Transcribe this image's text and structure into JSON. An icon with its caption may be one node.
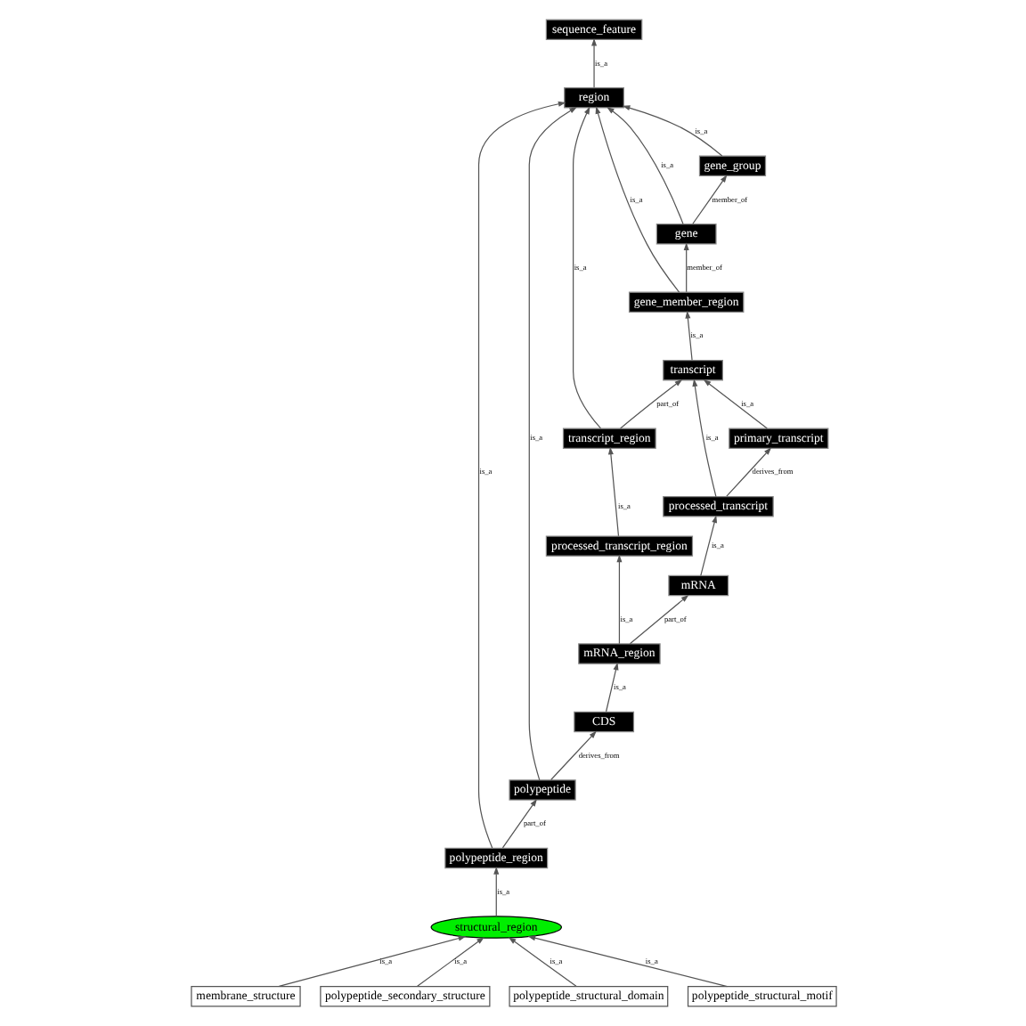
{
  "diagram": {
    "nodes": [
      {
        "text": [
          "sequence_feature"
        ]
      },
      {
        "text": [
          "region"
        ]
      },
      {
        "text": [
          "gene_group"
        ]
      },
      {
        "text": [
          "gene"
        ]
      },
      {
        "text": [
          "gene_member_region"
        ]
      },
      {
        "text": [
          "transcript"
        ]
      },
      {
        "text": [
          "transcript_region"
        ]
      },
      {
        "text": [
          "primary_transcript"
        ]
      },
      {
        "text": [
          "processed_transcript"
        ]
      },
      {
        "text": [
          "processed_transcript_region"
        ]
      },
      {
        "text": [
          "mRNA"
        ]
      },
      {
        "text": [
          "mRNA_region"
        ]
      },
      {
        "text": [
          "CDS"
        ]
      },
      {
        "text": [
          "polypeptide"
        ]
      },
      {
        "text": [
          "polypeptide_region"
        ]
      },
      {
        "text": [
          "structural_region"
        ]
      },
      {
        "text": [
          "membrane_structure"
        ]
      },
      {
        "text": [
          "polypeptide_secondary_structure"
        ]
      },
      {
        "text": [
          "polypeptide_structural_domain"
        ]
      },
      {
        "text": [
          "polypeptide_structural_motif"
        ]
      }
    ],
    "edges": [
      {
        "from": 1,
        "to": 0,
        "arrow": "to",
        "label": "is_a"
      },
      {
        "from": 2,
        "to": 1,
        "arrow": "to",
        "label": "is_a"
      },
      {
        "from": 3,
        "to": 1,
        "arrow": "to",
        "label": "is_a"
      },
      {
        "from": 3,
        "to": 2,
        "arrow": "to",
        "label": "member_of"
      },
      {
        "from": 4,
        "to": 1,
        "arrow": "to",
        "label": "is_a"
      },
      {
        "from": 4,
        "to": 3,
        "arrow": "to",
        "label": "member_of"
      },
      {
        "from": 5,
        "to": 4,
        "arrow": "to",
        "label": "is_a"
      },
      {
        "from": 6,
        "to": 1,
        "arrow": "to",
        "label": "is_a"
      },
      {
        "from": 6,
        "to": 5,
        "arrow": "to",
        "label": "part_of"
      },
      {
        "from": 7,
        "to": 5,
        "arrow": "to",
        "label": "is_a"
      },
      {
        "from": 8,
        "to": 5,
        "arrow": "to",
        "label": "is_a"
      },
      {
        "from": 8,
        "to": 7,
        "arrow": "to",
        "label": "derives_from"
      },
      {
        "from": 9,
        "to": 6,
        "arrow": "to",
        "label": "is_a"
      },
      {
        "from": 10,
        "to": 8,
        "arrow": "to",
        "label": "is_a"
      },
      {
        "from": 11,
        "to": 9,
        "arrow": "to",
        "label": "is_a"
      },
      {
        "from": 11,
        "to": 10,
        "arrow": "to",
        "label": "part_of"
      },
      {
        "from": 12,
        "to": 11,
        "arrow": "to",
        "label": "is_a"
      },
      {
        "from": 13,
        "to": 12,
        "arrow": "to",
        "label": "derives_from"
      },
      {
        "from": 13,
        "to": 1,
        "arrow": "to",
        "label": "is_a"
      },
      {
        "from": 14,
        "to": 13,
        "arrow": "to",
        "label": "part_of"
      },
      {
        "from": 14,
        "to": 1,
        "arrow": "to",
        "label": "is_a"
      },
      {
        "from": 15,
        "to": 14,
        "arrow": "to",
        "label": "is_a"
      },
      {
        "from": 16,
        "to": 15,
        "arrow": "to",
        "label": "is_a"
      },
      {
        "from": 17,
        "to": 15,
        "arrow": "to",
        "label": "is_a"
      },
      {
        "from": 18,
        "to": 15,
        "arrow": "to",
        "label": "is_a"
      },
      {
        "from": 19,
        "to": 15,
        "arrow": "to",
        "label": "is_a"
      }
    ]
  }
}
